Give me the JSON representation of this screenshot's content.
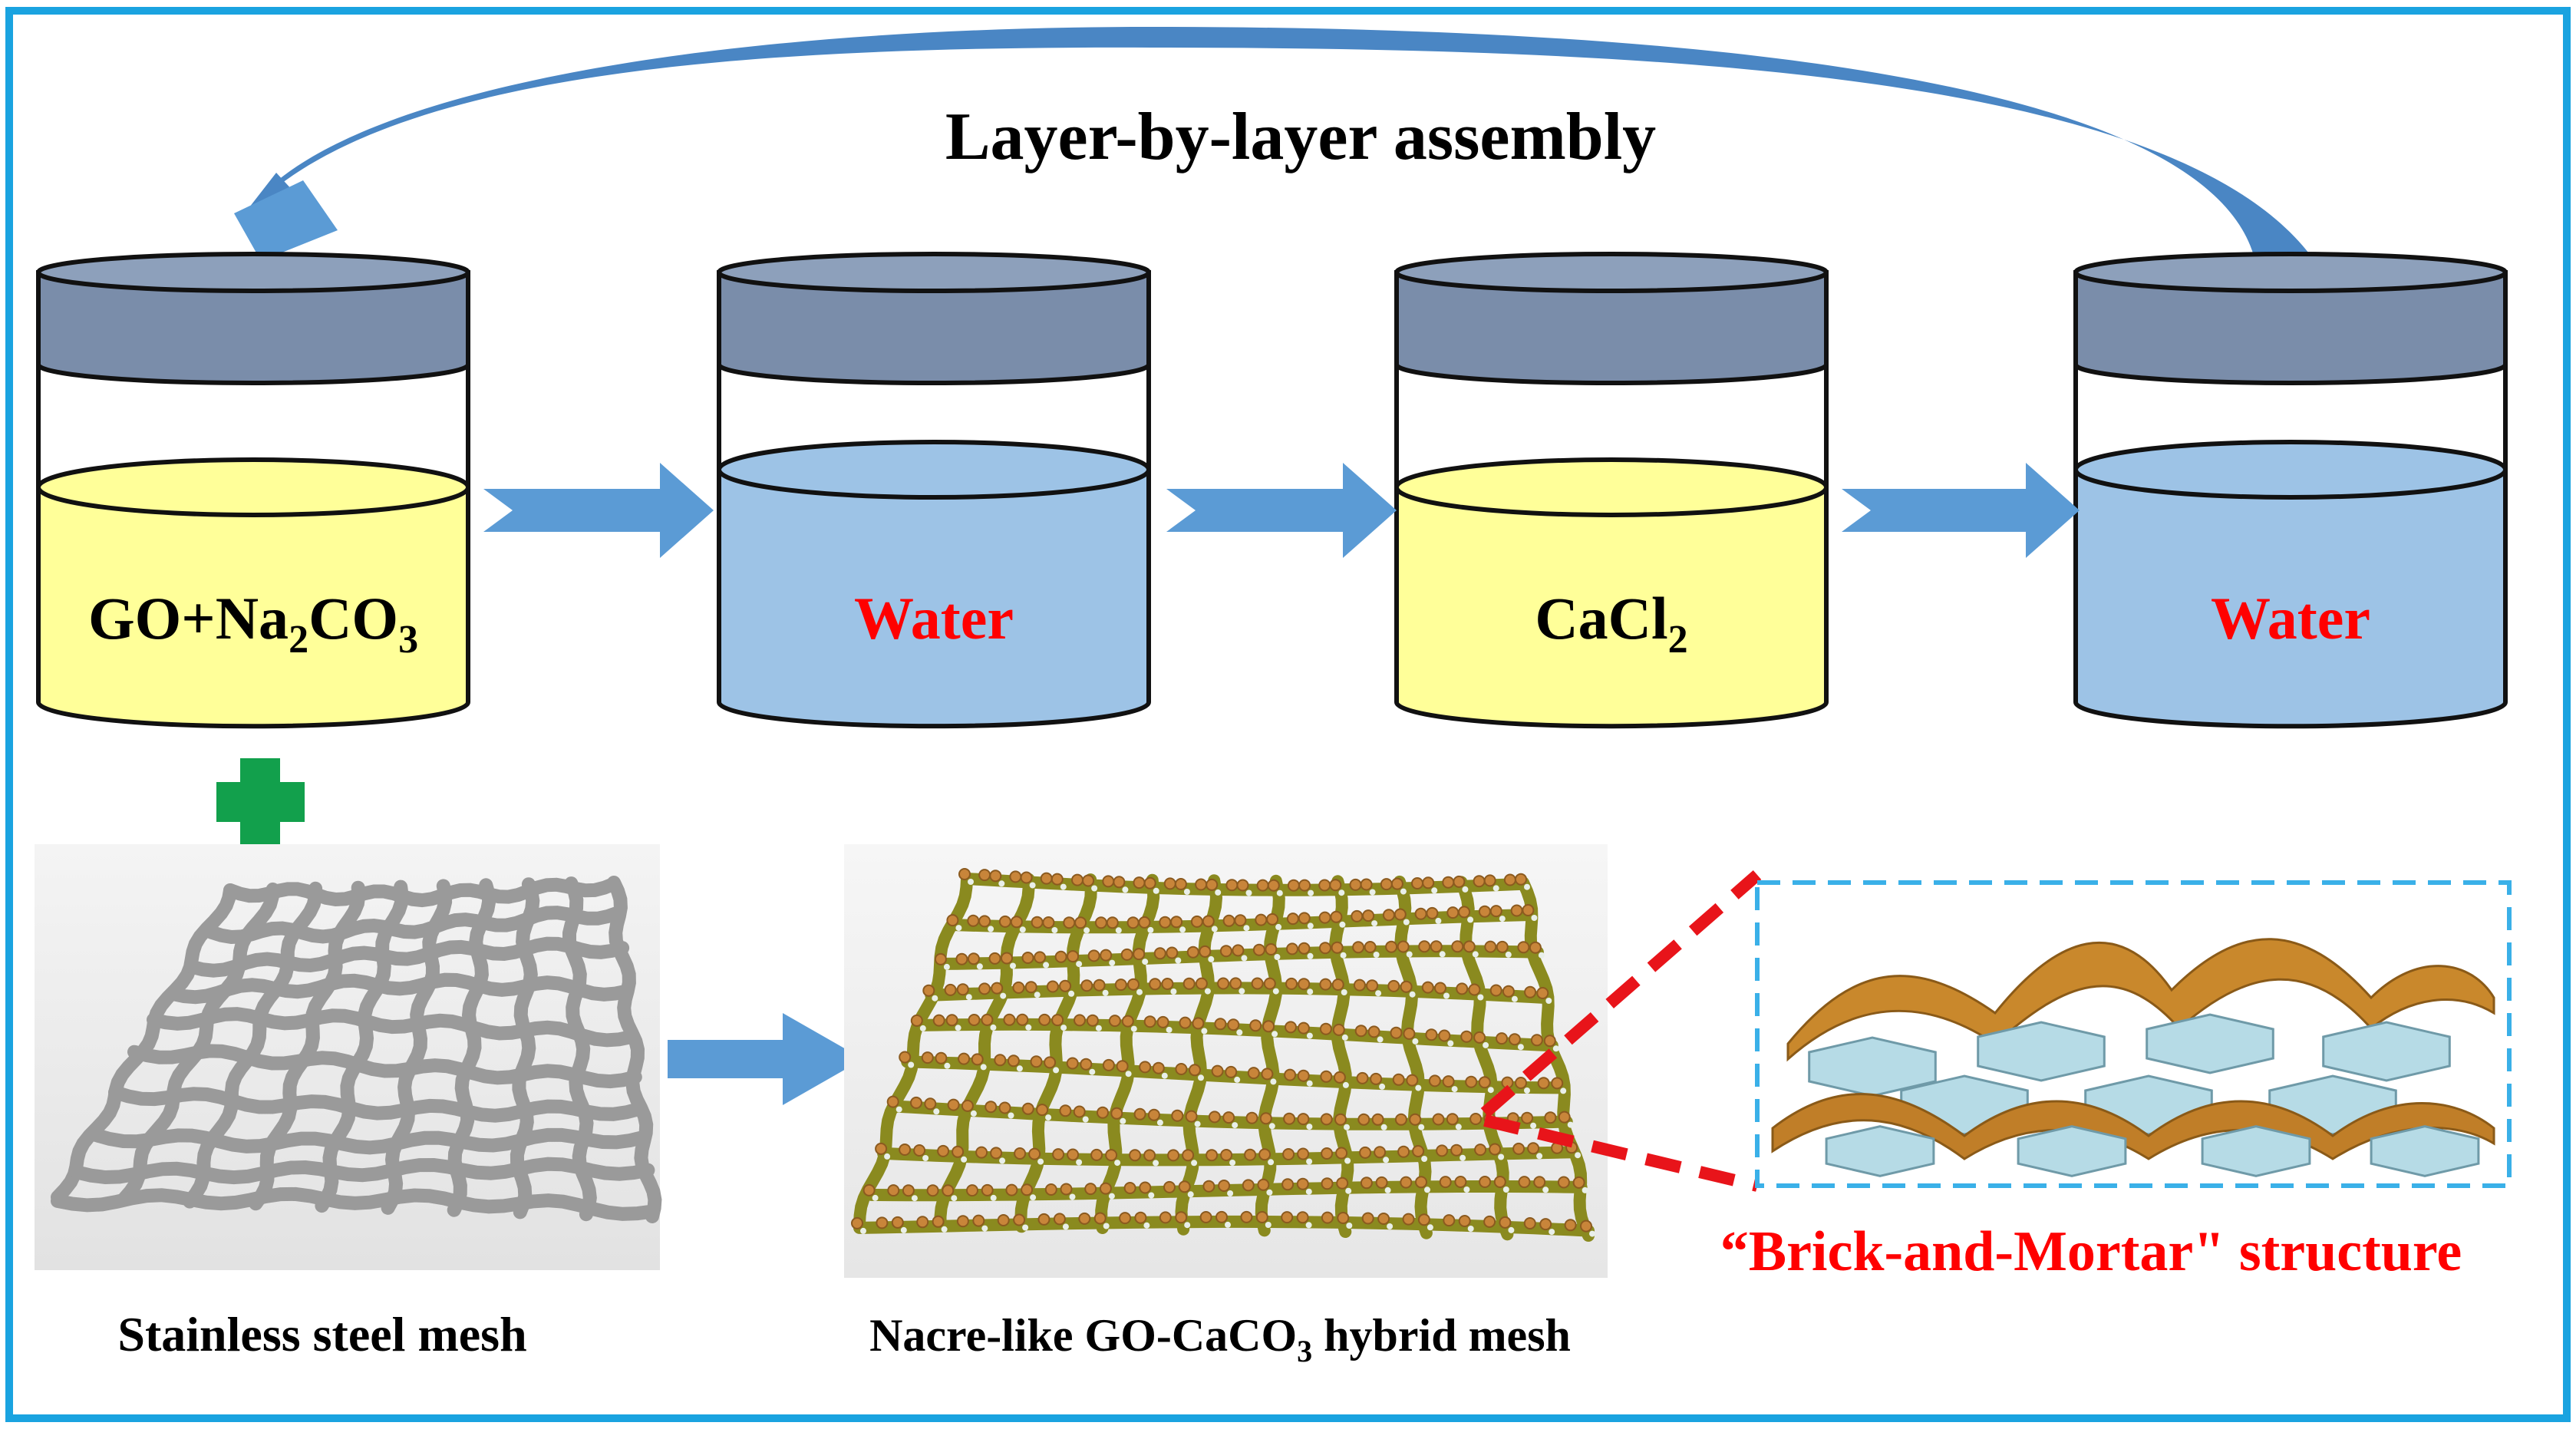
{
  "title": "Layer-by-layer assembly",
  "colors": {
    "frame": "#1aa3e0",
    "arrow": "#5b9bd5",
    "arrow_dark": "#3c78b4",
    "lid": "#7a8daa",
    "yellow": "#ffff99",
    "blue": "#9dc3e6",
    "red": "#ff0000",
    "plus": "#12a04c",
    "gold": "#c9882c",
    "platelet": "#b6dbe6",
    "steel": "#a9a9a9",
    "dash_box": "#3ab0e8"
  },
  "beakers": [
    {
      "base": "GO+Na",
      "sub1": "2",
      "mid": "CO",
      "sub2": "3",
      "solution": "yellow"
    },
    {
      "label": "Water",
      "solution": "blue"
    },
    {
      "base": "CaCl",
      "sub1": "2",
      "solution": "yellow"
    },
    {
      "label": "Water",
      "solution": "blue"
    }
  ],
  "captions": {
    "steel_mesh": "Stainless steel mesh",
    "hybrid_pre": "Nacre-like GO-CaCO",
    "hybrid_sub": "3",
    "hybrid_post": " hybrid mesh",
    "brick_mortar": "“Brick-and-Mortar\" structure"
  },
  "icons": {
    "plus": "plus-icon",
    "cycle_arrow": "curved-arrow-icon",
    "step_arrow": "right-arrow-icon"
  }
}
